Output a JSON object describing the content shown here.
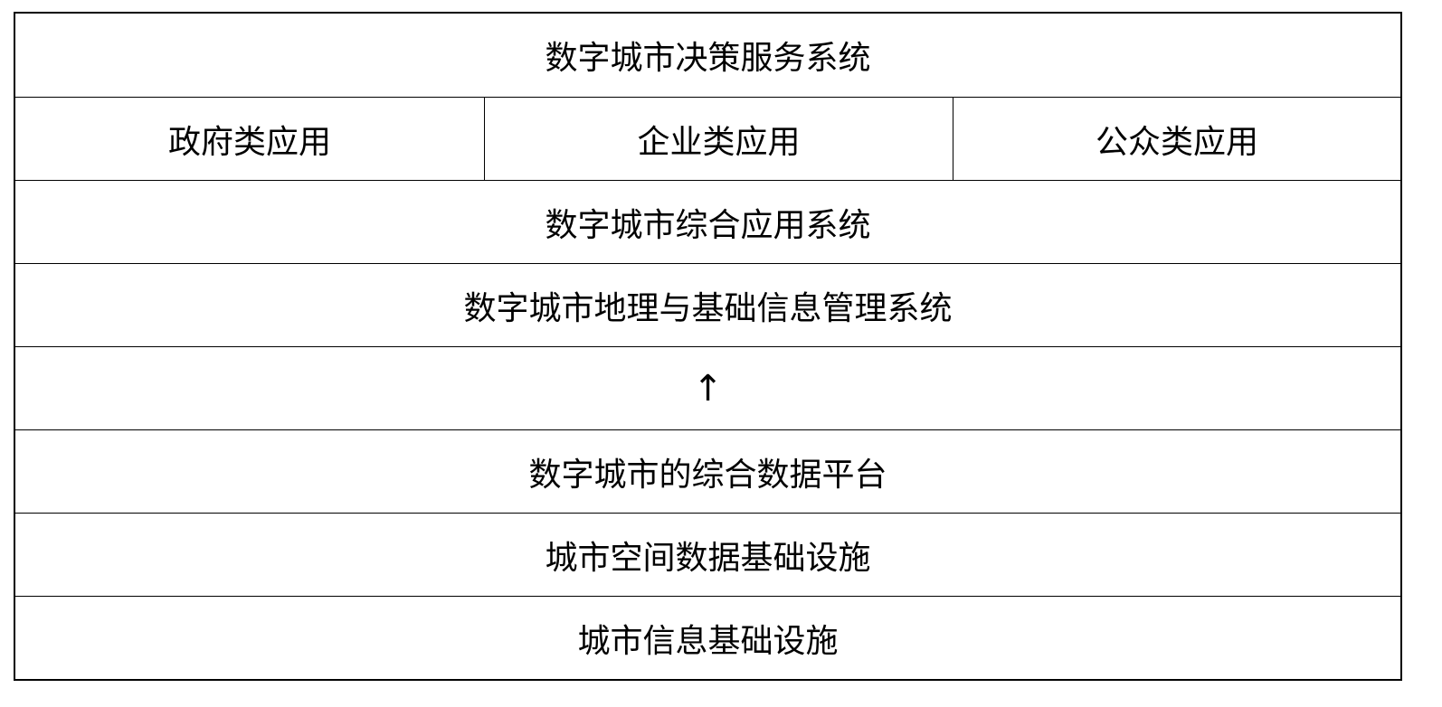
{
  "layers": {
    "decision": "数字城市决策服务系统",
    "apps": [
      "政府类应用",
      "企业类应用",
      "公众类应用"
    ],
    "integrated": "数字城市综合应用系统",
    "geo": "数字城市地理与基础信息管理系统",
    "arrow": "↑",
    "data_platform": "数字城市的综合数据平台",
    "spatial": "城市空间数据基础设施",
    "info": "城市信息基础设施"
  }
}
